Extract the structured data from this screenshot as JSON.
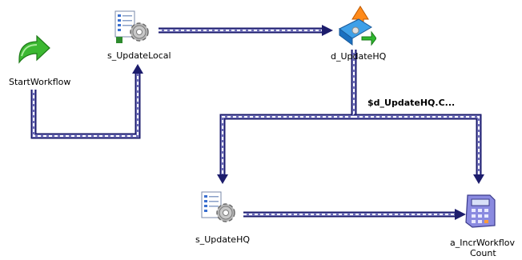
{
  "diagram": {
    "nodes": {
      "start": {
        "label": "StartWorkflow",
        "icon": "green-start-arrow-icon"
      },
      "update_local": {
        "label": "s_UpdateLocal",
        "icon": "session-gear-icon"
      },
      "update_hq_decision": {
        "label": "d_UpdateHQ",
        "icon": "decision-icon"
      },
      "update_hq_session": {
        "label": "s_UpdateHQ",
        "icon": "session-gear-icon"
      },
      "incr_count": {
        "label_line1": "a_IncrWorkflov",
        "label_line2": "Count",
        "icon": "calculator-icon"
      }
    },
    "links": [
      {
        "from": "StartWorkflow",
        "to": "s_UpdateLocal"
      },
      {
        "from": "s_UpdateLocal",
        "to": "d_UpdateHQ"
      },
      {
        "from": "d_UpdateHQ",
        "to": "s_UpdateHQ"
      },
      {
        "from": "d_UpdateHQ",
        "to": "a_IncrWorkflov Count"
      },
      {
        "from": "s_UpdateHQ",
        "to": "a_IncrWorkflov Count"
      }
    ],
    "condition_label": "$d_UpdateHQ.C...",
    "colors": {
      "link_border": "#1c1c6c",
      "link_fill": "#6c6cb4",
      "link_dash": "#ffffff",
      "start_arrow": "#3cb832",
      "calculator": "#8a8ae0"
    }
  }
}
